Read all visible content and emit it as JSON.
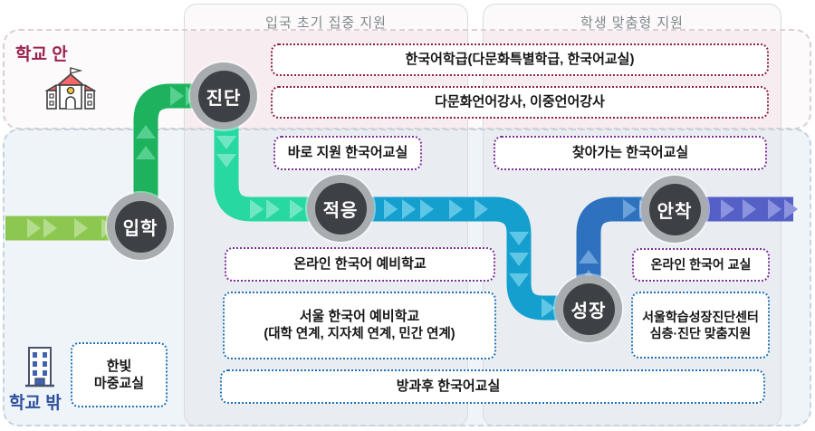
{
  "zones": {
    "inside": {
      "label": "학교 안",
      "color": "#9b2150"
    },
    "outside": {
      "label": "학교 밖",
      "color": "#2e509d"
    }
  },
  "panels": {
    "left": {
      "title": "입국 초기 집중 지원"
    },
    "right": {
      "title": "학생 맞춤형 지원"
    }
  },
  "stations": [
    {
      "id": "entry",
      "label": "입학"
    },
    {
      "id": "diagnosis",
      "label": "진단"
    },
    {
      "id": "adaptation",
      "label": "적응"
    },
    {
      "id": "growth",
      "label": "성장"
    },
    {
      "id": "settlement",
      "label": "안착"
    }
  ],
  "programs": {
    "korean_class": {
      "label": "한국어학급(다문화특별학급, 한국어교실)"
    },
    "language_instructors": {
      "label": "다문화언어강사, 이중언어강사"
    },
    "immediate_support": {
      "label": "바로 지원 한국어교실"
    },
    "visiting_korean": {
      "label": "찾아가는 한국어교실"
    },
    "online_prep_school": {
      "label": "온라인 한국어 예비학교"
    },
    "online_korean_class": {
      "label": "온라인 한국어 교실"
    },
    "seoul_prep_school": {
      "line1": "서울 한국어 예비학교",
      "line2": "(대학 연계, 지자체 연계, 민간 연계)"
    },
    "growth_center": {
      "line1": "서울학습성장진단센터",
      "line2": "심층·진단 맞춤지원"
    },
    "afterschool_korean": {
      "label": "방과후 한국어교실"
    },
    "hanbit_classroom": {
      "line1": "한빛",
      "line2": "마중교실"
    }
  },
  "colors": {
    "line_lime": "#8cc84f",
    "line_green": "#1db35e",
    "line_spring": "#28d8a1",
    "line_cyan": "#149fce",
    "line_blue": "#2e72bf",
    "line_indigo": "#5560c6",
    "node_fill": "#3d4145",
    "node_ring": "#a9acaf",
    "border_maroon": "#8e2045",
    "border_purple": "#7b2e94",
    "border_blue": "#2071b6",
    "band_inside_bg": "#fcfafb",
    "band_outside_bg": "#eff4f9",
    "panel_pink_bg": "#f7edf1",
    "panel_gray_bg": "#e9edf2"
  }
}
